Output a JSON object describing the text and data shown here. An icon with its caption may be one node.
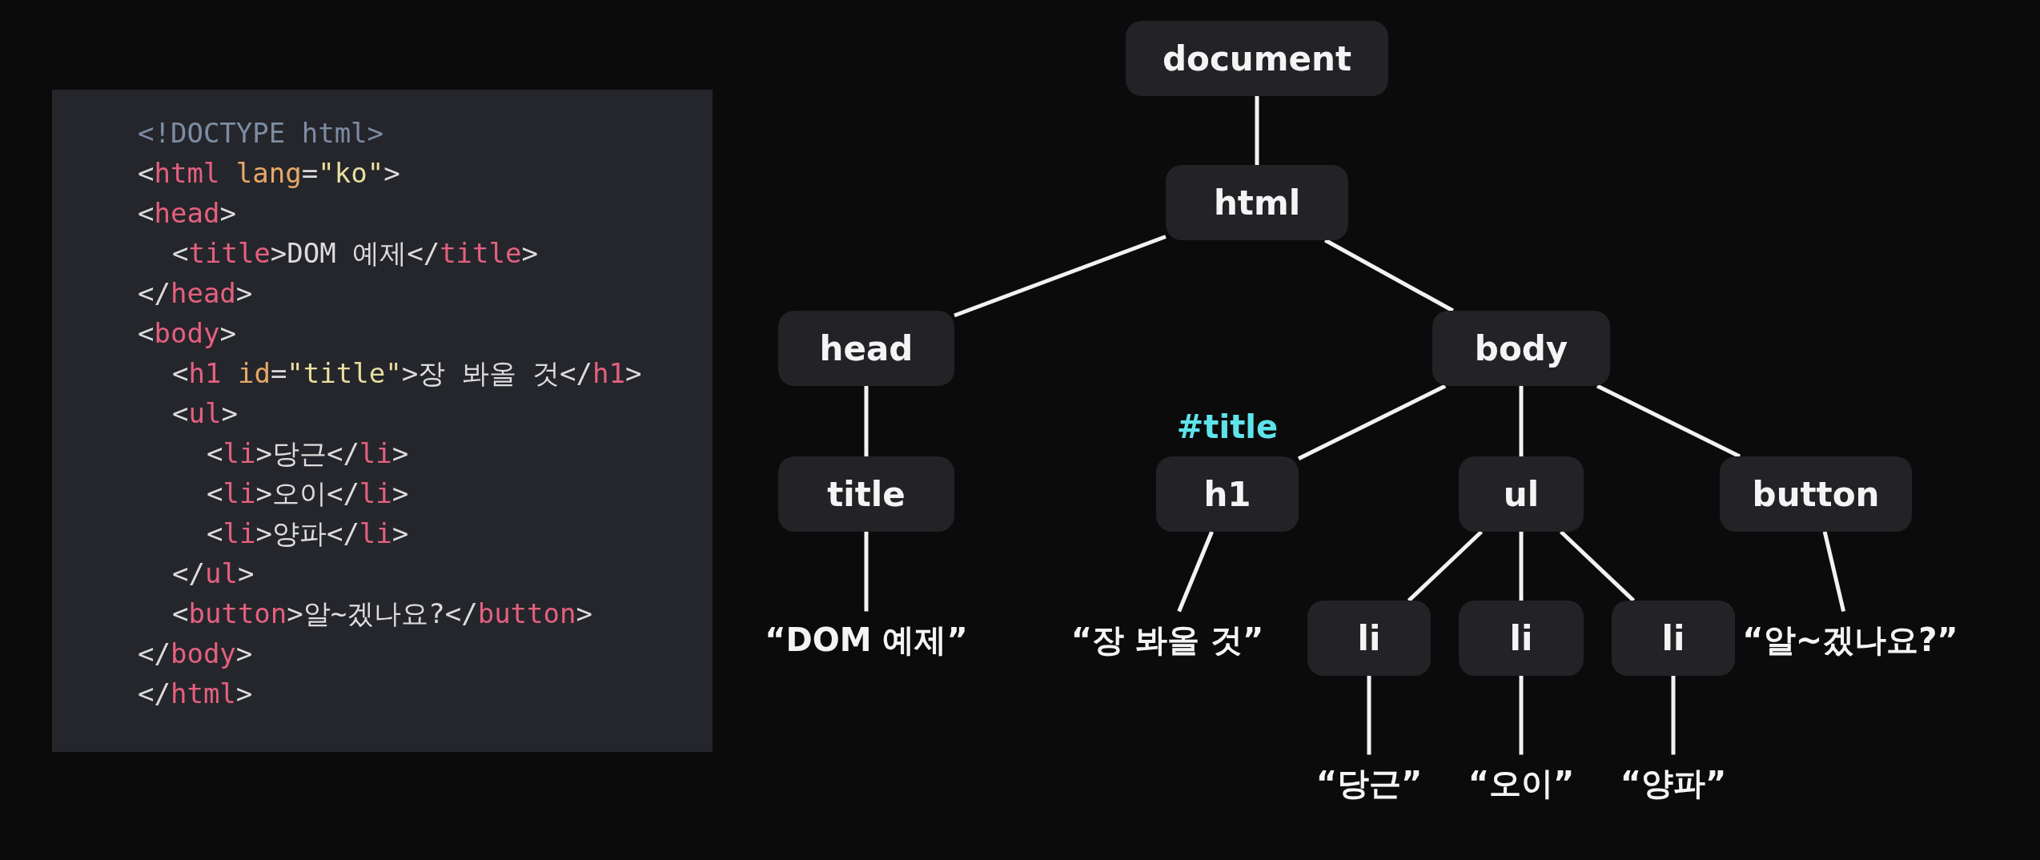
{
  "diagram": {
    "nodes": [
      {
        "text": [
          "document"
        ]
      },
      {
        "text": [
          "html"
        ]
      },
      {
        "text": [
          "head"
        ]
      },
      {
        "text": [
          "body"
        ]
      },
      {
        "text": [
          "title"
        ]
      },
      {
        "text": [
          "h1"
        ],
        "beside": [
          "#title"
        ]
      },
      {
        "text": [
          "ul"
        ]
      },
      {
        "text": [
          "button"
        ]
      },
      {
        "text": [
          "“DOM 예제”"
        ]
      },
      {
        "text": [
          "“장 봐올 것”"
        ]
      },
      {
        "text": [
          "li"
        ]
      },
      {
        "text": [
          "li"
        ]
      },
      {
        "text": [
          "li"
        ]
      },
      {
        "text": [
          "“알~겠나요?”"
        ]
      },
      {
        "text": [
          "“당근”"
        ]
      },
      {
        "text": [
          "“오이”"
        ]
      },
      {
        "text": [
          "“양파”"
        ]
      }
    ],
    "edges": [
      {
        "from": 0,
        "to": 1,
        "arrow": "none"
      },
      {
        "from": 1,
        "to": 2,
        "arrow": "none"
      },
      {
        "from": 1,
        "to": 3,
        "arrow": "none"
      },
      {
        "from": 2,
        "to": 4,
        "arrow": "none"
      },
      {
        "from": 3,
        "to": 5,
        "arrow": "none"
      },
      {
        "from": 3,
        "to": 6,
        "arrow": "none"
      },
      {
        "from": 3,
        "to": 7,
        "arrow": "none"
      },
      {
        "from": 4,
        "to": 8,
        "arrow": "none"
      },
      {
        "from": 5,
        "to": 9,
        "arrow": "none"
      },
      {
        "from": 6,
        "to": 10,
        "arrow": "none"
      },
      {
        "from": 6,
        "to": 11,
        "arrow": "none"
      },
      {
        "from": 6,
        "to": 12,
        "arrow": "none"
      },
      {
        "from": 7,
        "to": 13,
        "arrow": "none"
      },
      {
        "from": 10,
        "to": 14,
        "arrow": "none"
      },
      {
        "from": 11,
        "to": 15,
        "arrow": "none"
      },
      {
        "from": 12,
        "to": 16,
        "arrow": "none"
      }
    ],
    "labels": [
      "<!DOCTYPE html>",
      "<html lang=\"ko\">",
      "<head>",
      "<title>DOM 예제</title>",
      "</head>",
      "<body>",
      "<h1 id=\"title\">장 봐올 것</h1>",
      "<ul>",
      "<li>당근</li>",
      "<li>오이</li>",
      "<li>양파</li>",
      "</ul>",
      "<button>알~겠나요?</button>",
      "</body>",
      "</html>"
    ]
  }
}
